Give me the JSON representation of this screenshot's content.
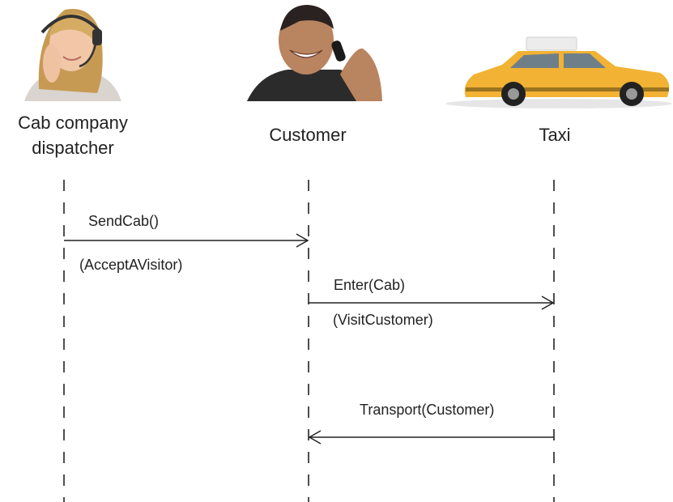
{
  "actors": [
    {
      "id": "dispatcher",
      "label_line1": "Cab company",
      "label_line2": "dispatcher",
      "picture": "headset-operator-photo"
    },
    {
      "id": "customer",
      "label": "Customer",
      "picture": "man-on-phone-photo"
    },
    {
      "id": "taxi",
      "label": "Taxi",
      "picture": "yellow-taxi-photo"
    }
  ],
  "messages": [
    {
      "label": "SendCab()",
      "note": "(AcceptAVisitor)",
      "from": "dispatcher",
      "to": "customer"
    },
    {
      "label": "Enter(Cab)",
      "note": "(VisitCustomer)",
      "from": "customer",
      "to": "taxi"
    },
    {
      "label": "Transport(Customer)",
      "from": "taxi",
      "to": "customer"
    }
  ],
  "colors": {
    "line": "#222222",
    "taxi_yellow": "#f2b233",
    "taxi_sign": "#ececec"
  }
}
